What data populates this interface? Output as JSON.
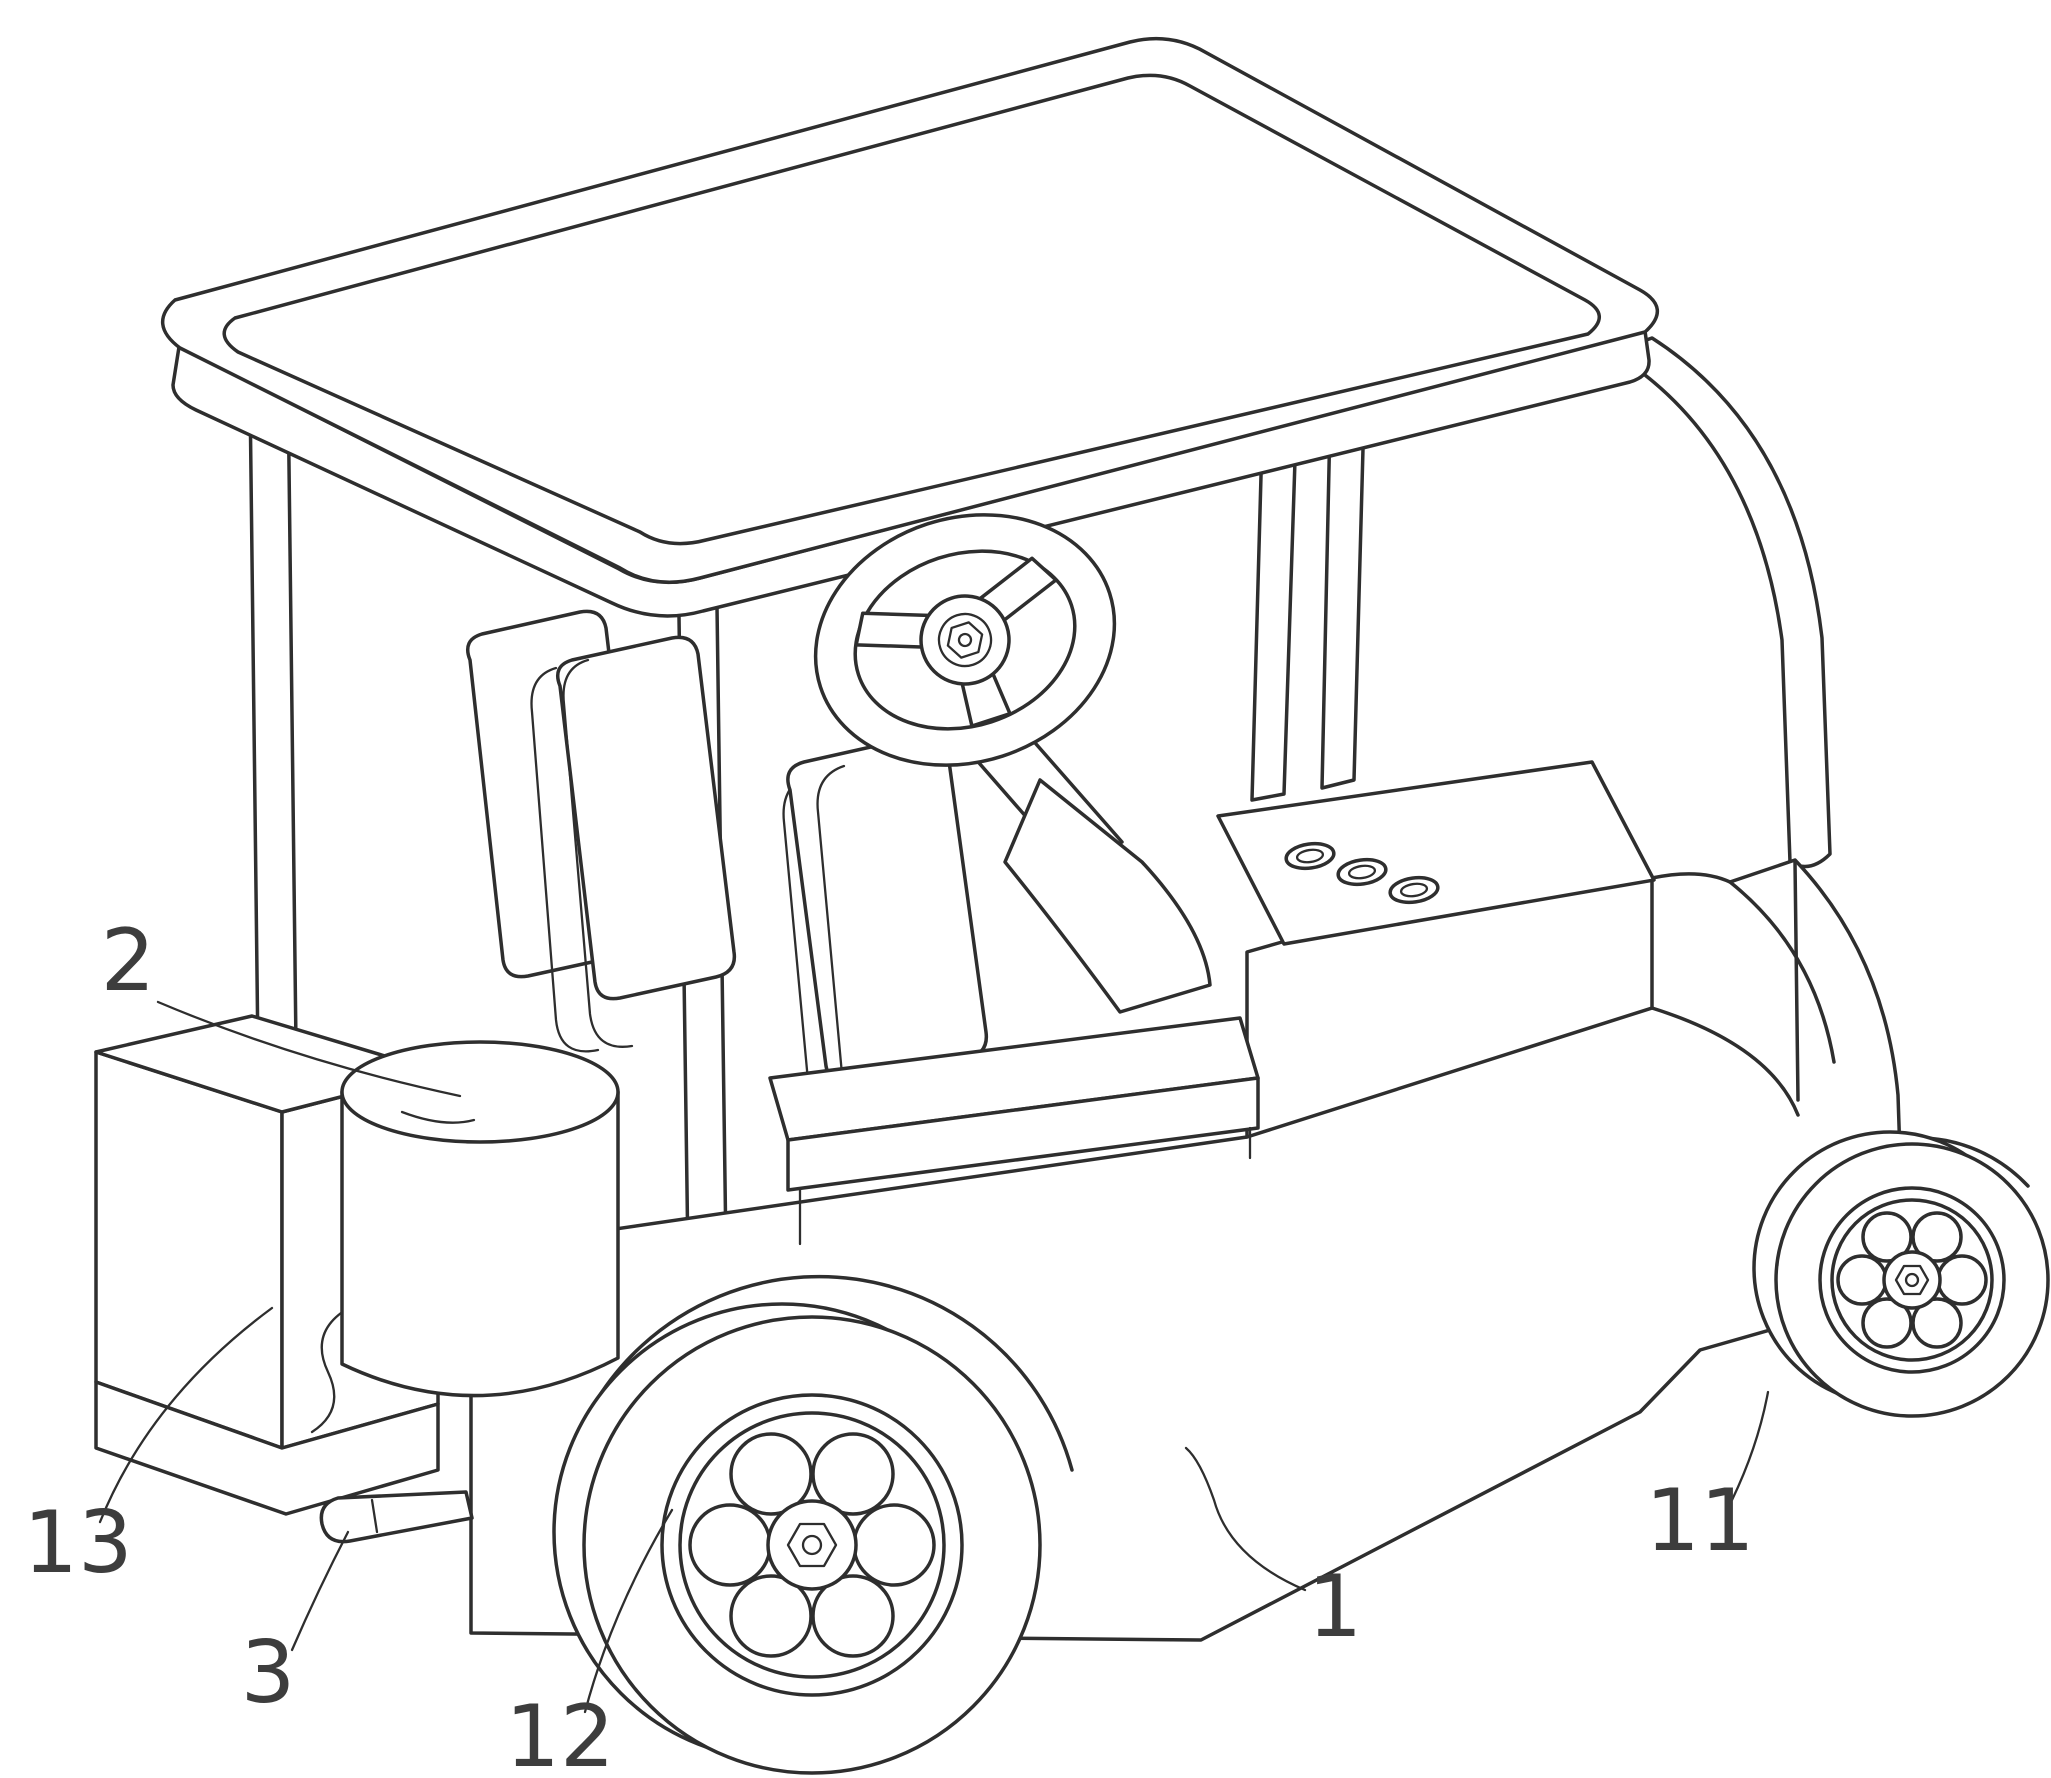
{
  "figure": {
    "kind": "patent line drawing",
    "subject": "Golf cart isometric technical illustration",
    "colors": {
      "ink": "#2e2e2e",
      "paper": "#ffffff",
      "label": "#3d3d3d"
    }
  },
  "labels": [
    {
      "id": "2",
      "text": "2"
    },
    {
      "id": "13",
      "text": "13"
    },
    {
      "id": "3",
      "text": "3"
    },
    {
      "id": "12",
      "text": "12"
    },
    {
      "id": "1",
      "text": "1"
    },
    {
      "id": "11",
      "text": "11"
    }
  ]
}
